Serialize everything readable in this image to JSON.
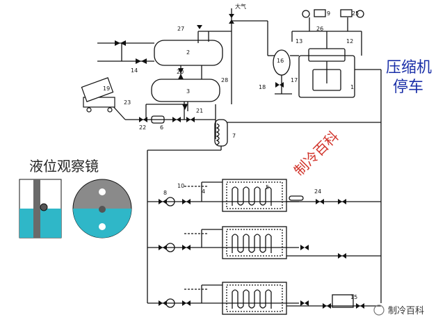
{
  "labels": {
    "atmosphere": "大气",
    "n1": "1",
    "n2": "2",
    "n3": "3",
    "n4": "4",
    "n5": "5",
    "n6": "6",
    "n7": "7",
    "n8": "8",
    "n9": "9",
    "n10": "10",
    "n12": "12",
    "n13": "13",
    "n14": "14",
    "n15": "15",
    "n16": "16",
    "n17": "17",
    "n18": "18",
    "n19": "19",
    "n20": "20",
    "n21": "21",
    "n22": "22",
    "n23": "23",
    "n24": "24",
    "n25": "25",
    "n26": "26",
    "n27": "27",
    "n28": "28"
  },
  "title_right_line1": "压缩机",
  "title_right_line2": "停车",
  "sight_glass_title": "液位观察镜",
  "watermark_center": "制冷百科",
  "watermark_corner": "制冷百科",
  "colors": {
    "line": "#111111",
    "title": "#1a2fa8",
    "liquid": "#2fb7c8",
    "gray": "#8a8a8a",
    "watermark": "#d1342b"
  }
}
